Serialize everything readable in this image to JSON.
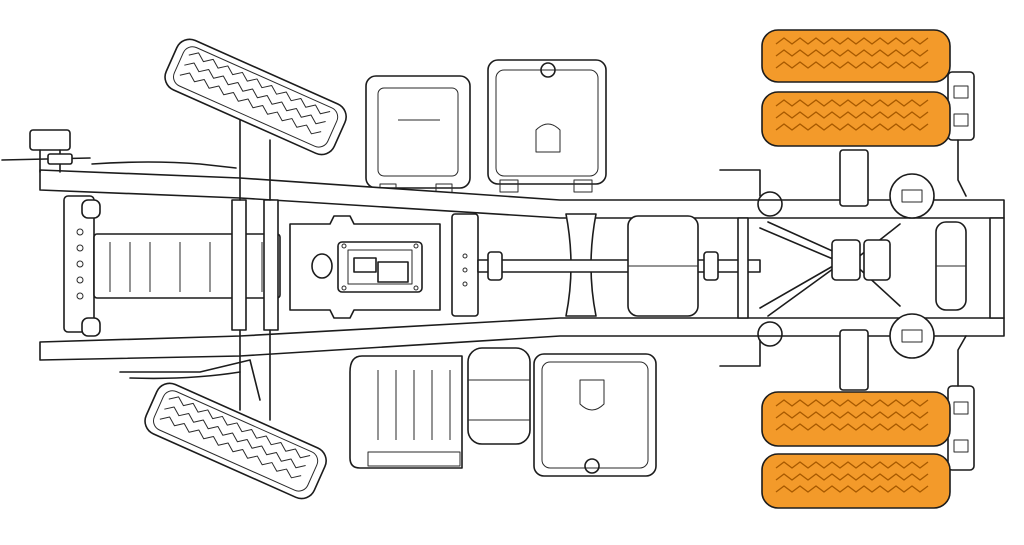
{
  "diagram": {
    "subject": "",
    "highlight_color": "#f39a2a",
    "highlight_stroke": "#a85a00",
    "line_color": "#1c1c1c",
    "background": "#ffffff",
    "highlighted_parts": [
      "rear-outer-left-tire",
      "rear-inner-left-tire",
      "rear-inner-right-tire",
      "rear-outer-right-tire"
    ]
  }
}
